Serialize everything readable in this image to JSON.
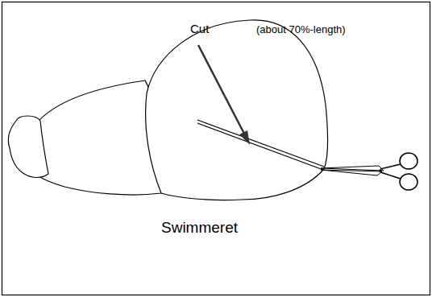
{
  "diagram": {
    "labels": [
      "Cut",
      "(about 70%-length)",
      "Swimmeret"
    ]
  }
}
